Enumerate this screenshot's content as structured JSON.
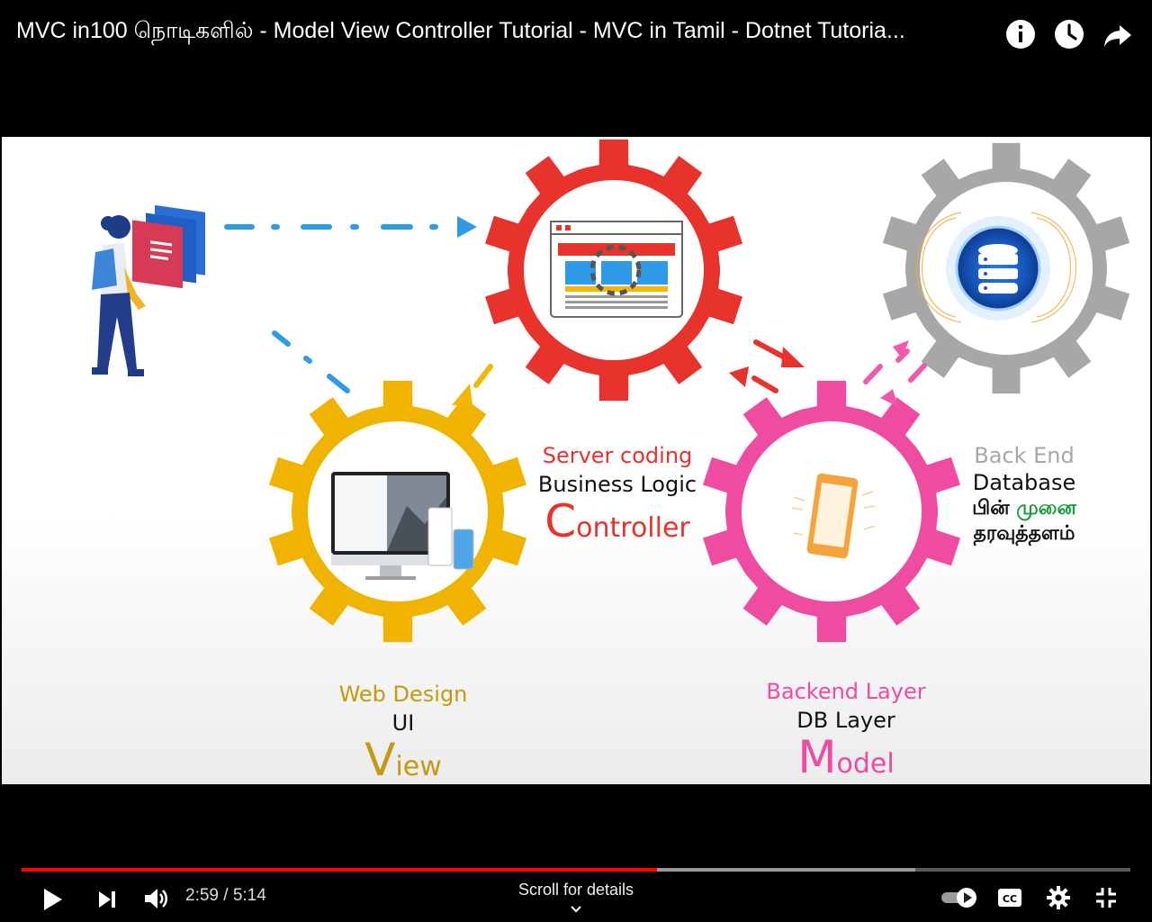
{
  "player": {
    "title": "MVC in100 நொடிகளில் - Model View Controller Tutorial - MVC in Tamil - Dotnet Tutoria...",
    "icons": [
      "info-icon",
      "watch-later-icon",
      "share-icon"
    ],
    "progress_fraction": 0.573,
    "buffered_fraction": 0.806,
    "time": "2:59 / 5:14",
    "scroll_hint": "Scroll for details",
    "accent_color": "#ff0000"
  },
  "slide": {
    "controller": {
      "line1": "Server coding",
      "line2": "Business Logic",
      "big_cap": "C",
      "big_rest": "ontroller",
      "color": "#e8322c"
    },
    "view": {
      "line1": "Web Design",
      "line2": "UI",
      "big_cap": "V",
      "big_rest": "iew",
      "color": "#f0b400"
    },
    "model": {
      "line1": "Backend Layer",
      "line2": "DB Layer",
      "big_cap": "M",
      "big_rest": "odel",
      "color": "#ef4ba0"
    },
    "database": {
      "line1": "Back End",
      "line2": "Database",
      "tamil_a": "பின்",
      "tamil_b": "முனை",
      "tamil_c": "தரவுத்தளம்",
      "color": "#a7a7a7"
    }
  }
}
